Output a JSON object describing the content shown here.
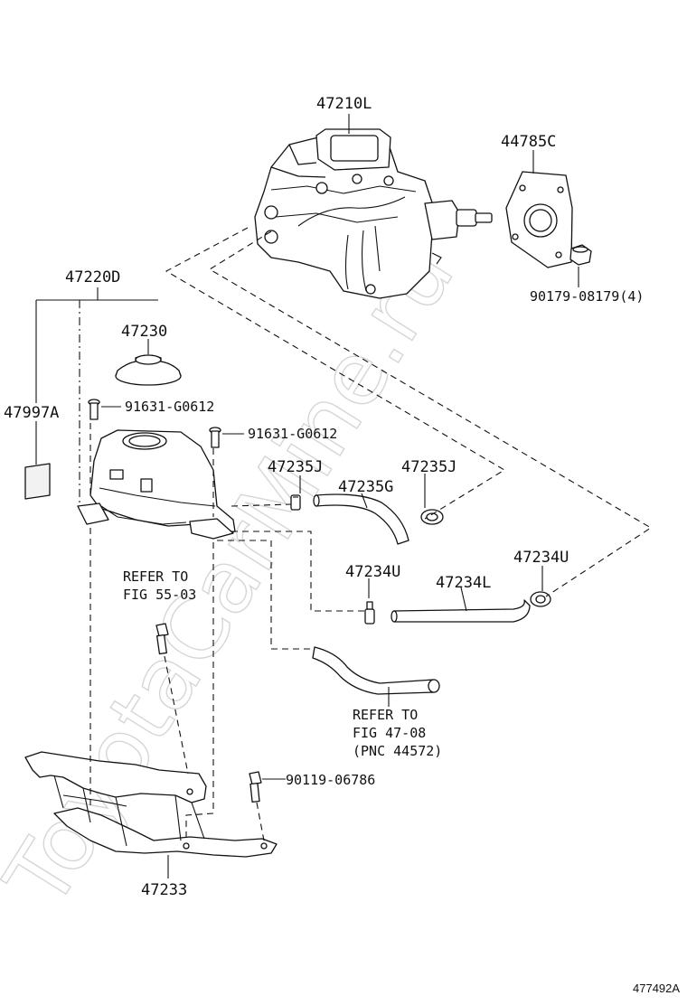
{
  "watermark": "ToyotaCarMine.ru",
  "figure_id": "477492A",
  "labels": {
    "p47210L": "47210L",
    "p44785C": "44785C",
    "p90179": "90179-08179(4)",
    "p47220D": "47220D",
    "p47230": "47230",
    "p47997A": "47997A",
    "p91631a": "91631-G0612",
    "p91631b": "91631-G0612",
    "p47235Ja": "47235J",
    "p47235Jb": "47235J",
    "p47235G": "47235G",
    "p47234Ua": "47234U",
    "p47234Ub": "47234U",
    "p47234L": "47234L",
    "p90119": "90119-06786",
    "p47233": "47233"
  },
  "refer1": {
    "line1": "REFER TO",
    "line2": "FIG 55-03"
  },
  "refer2": {
    "line1": "REFER TO",
    "line2": "FIG 47-08",
    "line3": "(PNC 44572)"
  }
}
